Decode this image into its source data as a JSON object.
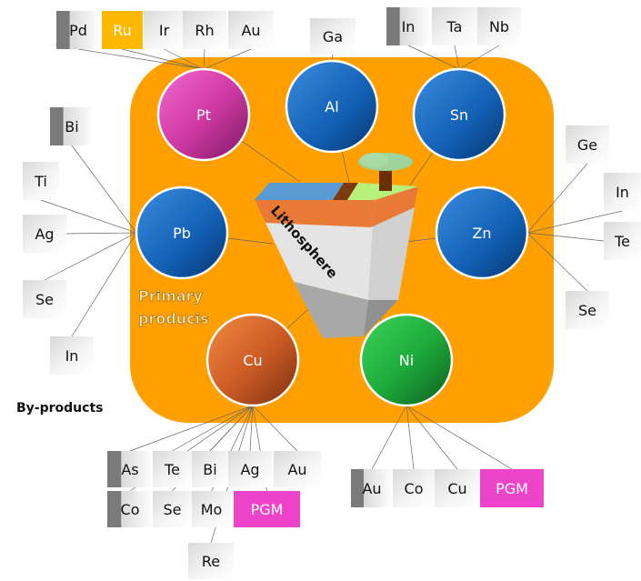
{
  "primary_label": [
    "Primary",
    "producis"
  ],
  "byproducts_label": "By-products",
  "lithosphere_label": "Lithosphere",
  "colors": {
    "panel": "#ffa000",
    "pt": "#d63aa8",
    "blue": "#1565c0",
    "cu": "#d4622a",
    "ni": "#1fae3d",
    "pgm": "#ee44cc",
    "ru": "#ffb800"
  },
  "metals": [
    {
      "id": "pt",
      "label": "Pt",
      "color": "pt"
    },
    {
      "id": "al",
      "label": "Al",
      "color": "blue"
    },
    {
      "id": "sn",
      "label": "Sn",
      "color": "blue"
    },
    {
      "id": "pb",
      "label": "Pb",
      "color": "blue"
    },
    {
      "id": "zn",
      "label": "Zn",
      "color": "blue"
    },
    {
      "id": "cu",
      "label": "Cu",
      "color": "cu"
    },
    {
      "id": "ni",
      "label": "Ni",
      "color": "ni"
    }
  ],
  "byproducts": [
    {
      "label": "Pd",
      "parent": "pt"
    },
    {
      "label": "Ru",
      "parent": "pt",
      "highlight": "ru"
    },
    {
      "label": "Ir",
      "parent": "pt"
    },
    {
      "label": "Rh",
      "parent": "pt"
    },
    {
      "label": "Au",
      "parent": "pt"
    },
    {
      "label": "Ga",
      "parent": "al"
    },
    {
      "label": "In",
      "parent": "sn"
    },
    {
      "label": "Ta",
      "parent": "sn"
    },
    {
      "label": "Nb",
      "parent": "sn"
    },
    {
      "label": "Bi",
      "parent": "pb"
    },
    {
      "label": "Ti",
      "parent": "pb"
    },
    {
      "label": "Ag",
      "parent": "pb"
    },
    {
      "label": "Se",
      "parent": "pb"
    },
    {
      "label": "In",
      "parent": "pb"
    },
    {
      "label": "Ge",
      "parent": "zn"
    },
    {
      "label": "In",
      "parent": "zn"
    },
    {
      "label": "Te",
      "parent": "zn"
    },
    {
      "label": "Se",
      "parent": "zn"
    },
    {
      "label": "As",
      "parent": "cu"
    },
    {
      "label": "Te",
      "parent": "cu"
    },
    {
      "label": "Bi",
      "parent": "cu"
    },
    {
      "label": "Ag",
      "parent": "cu"
    },
    {
      "label": "Au",
      "parent": "cu"
    },
    {
      "label": "Co",
      "parent": "cu"
    },
    {
      "label": "Se",
      "parent": "cu"
    },
    {
      "label": "Mo",
      "parent": "cu"
    },
    {
      "label": "PGM",
      "parent": "cu",
      "highlight": "pgm"
    },
    {
      "label": "Re",
      "parent": "cu"
    },
    {
      "label": "Au",
      "parent": "ni"
    },
    {
      "label": "Co",
      "parent": "ni"
    },
    {
      "label": "Cu",
      "parent": "ni"
    },
    {
      "label": "PGM",
      "parent": "ni",
      "highlight": "pgm"
    }
  ]
}
